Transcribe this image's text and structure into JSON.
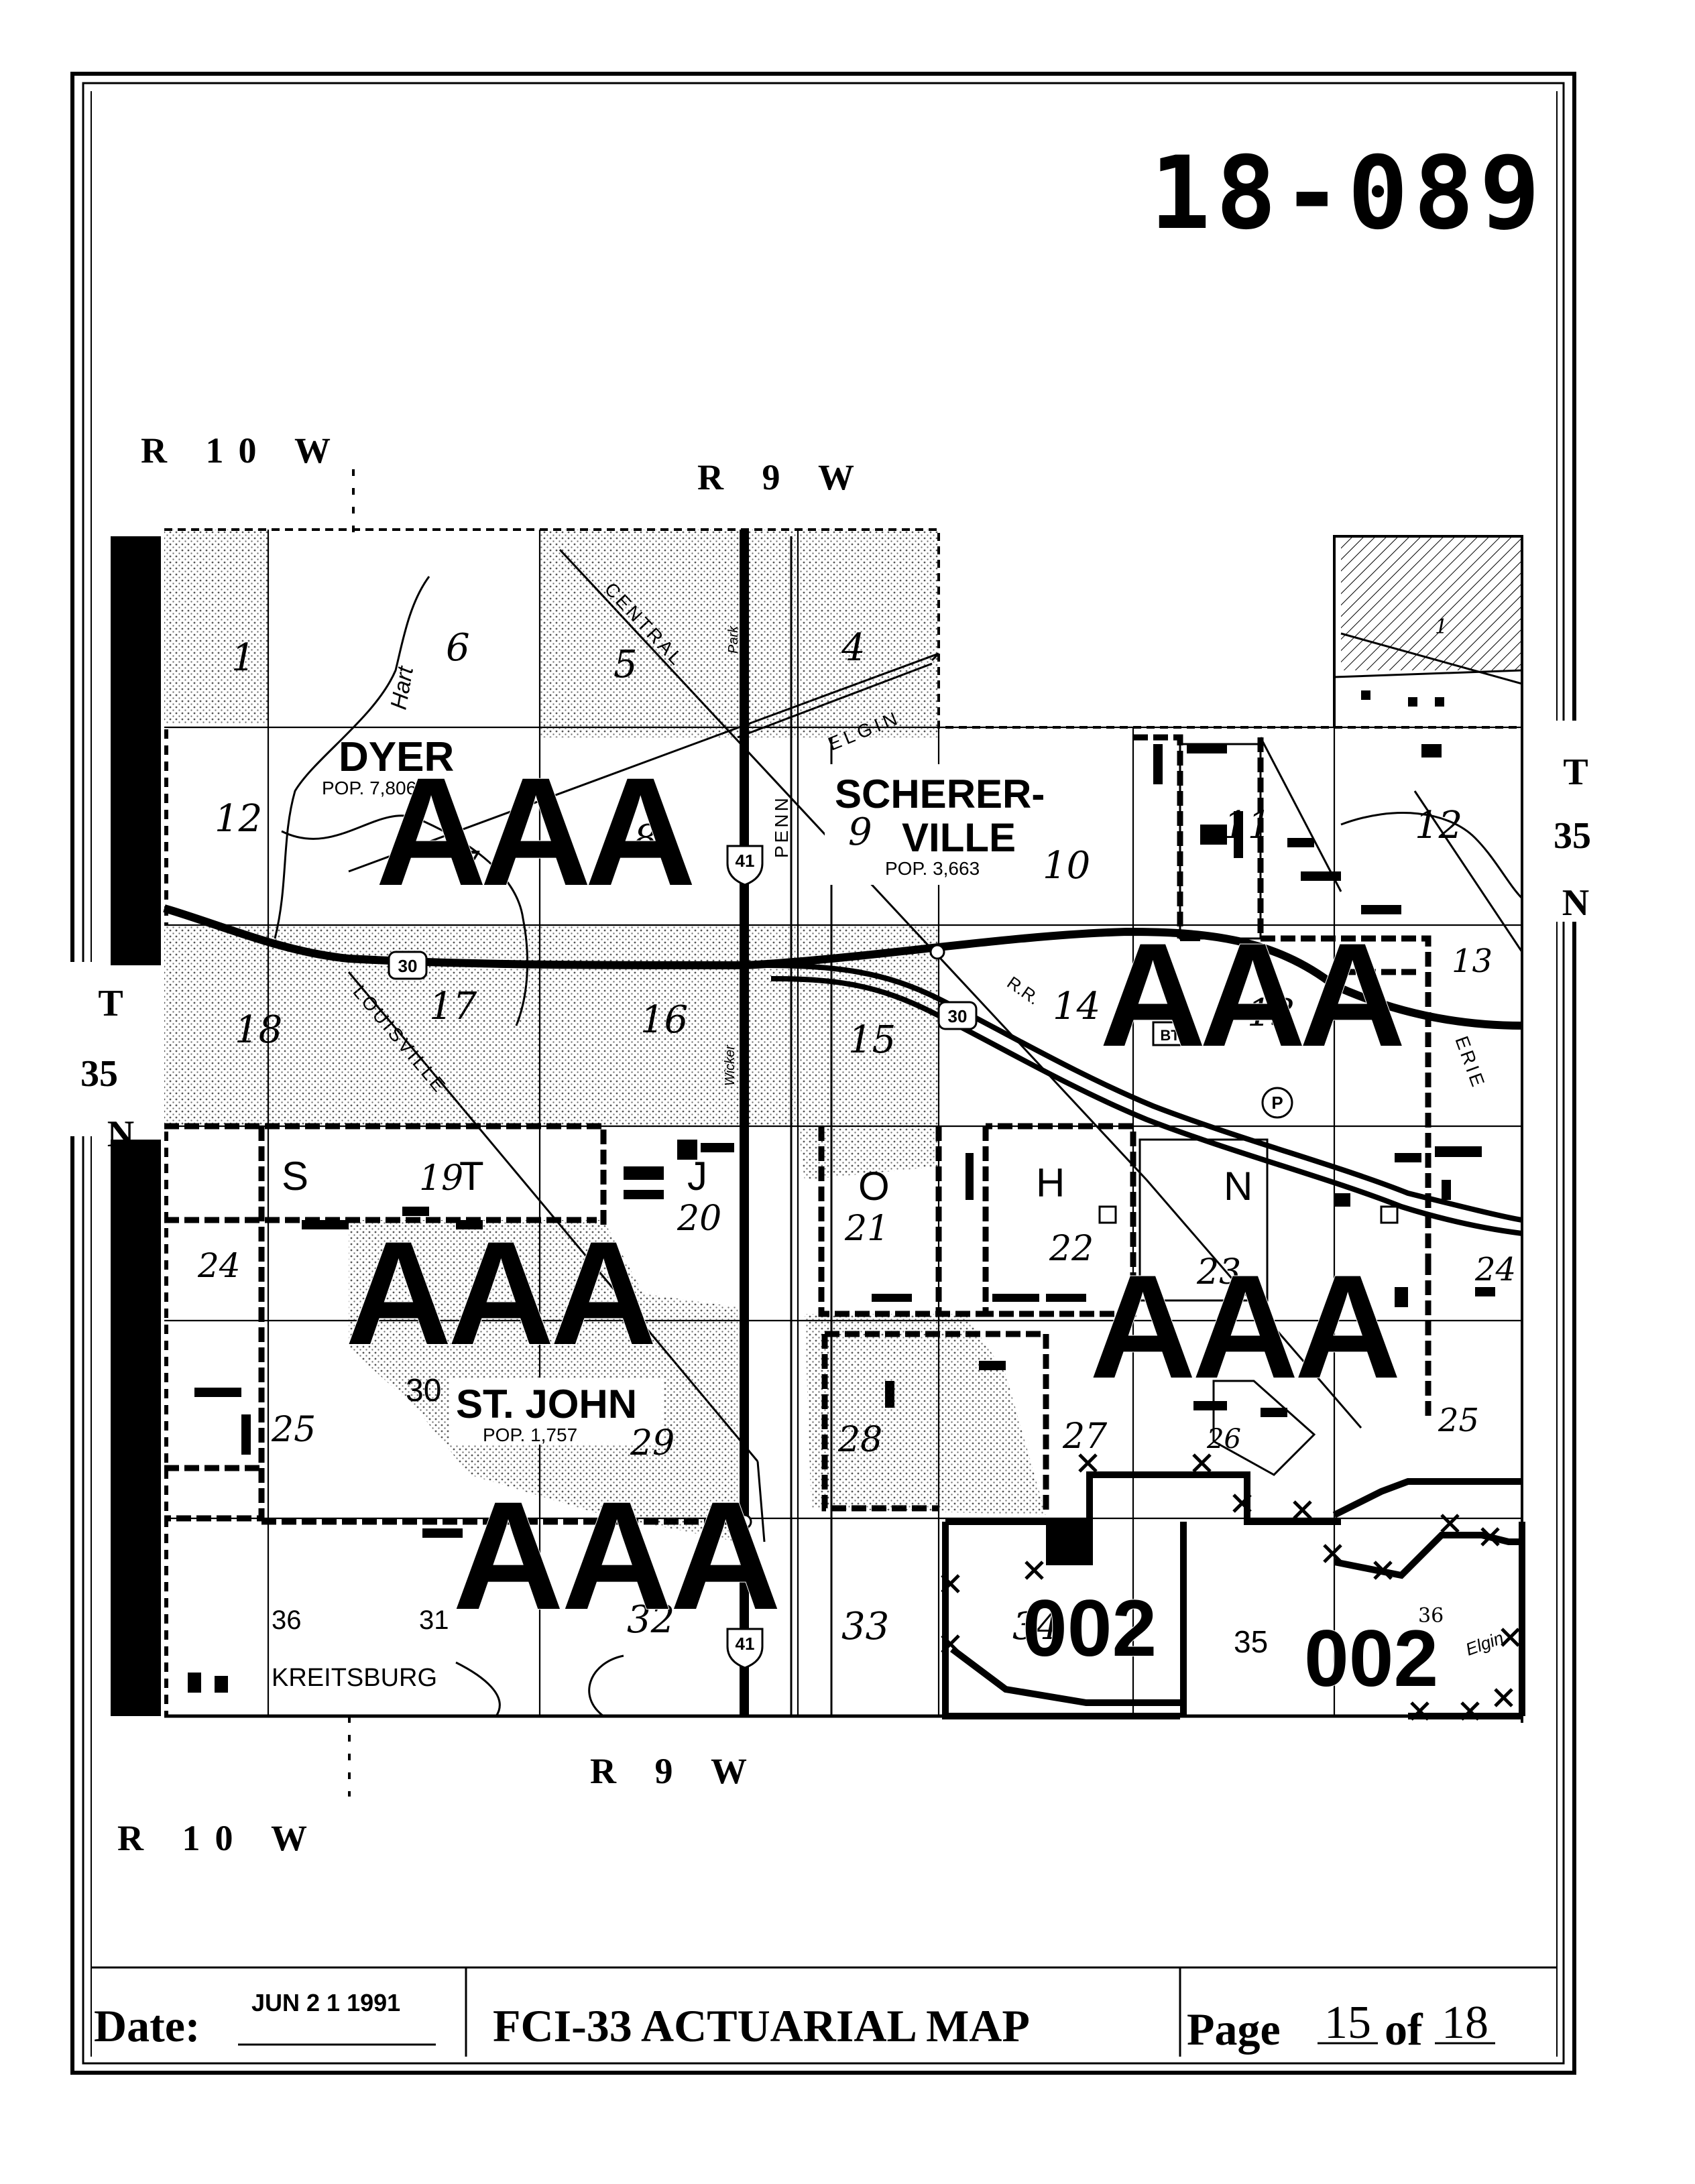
{
  "map_id": "18-089",
  "range_labels": {
    "top_left": "R 10 W",
    "top_center": "R 9 W",
    "bottom_center": "R 9 W",
    "bottom_left": "R 10 W"
  },
  "township_labels": {
    "left": [
      "T",
      "35",
      "N"
    ],
    "right": [
      "T",
      "35",
      "N"
    ]
  },
  "towns": [
    {
      "name": "DYER",
      "pop": "POP. 7,806"
    },
    {
      "name": "SCHERER-",
      "name2": "VILLE",
      "pop": "POP. 3,663"
    },
    {
      "name": "ST. JOHN",
      "pop": "POP. 1,757"
    },
    {
      "name": "KREITSBURG"
    }
  ],
  "roads": [
    "CENTRAL",
    "ELGIN",
    "LOUISVILLE",
    "PENN",
    "Park",
    "Hart",
    "Wicker",
    "ERIE",
    "R.R.",
    "Elgin"
  ],
  "route_shields": [
    "30",
    "30",
    "41",
    "41"
  ],
  "zone_codes": [
    "AAA",
    "AAA",
    "AAA",
    "AAA",
    "AAA",
    "002",
    "002"
  ],
  "letters": [
    "S",
    "T",
    "J",
    "O",
    "H",
    "N"
  ],
  "section_numbers": [
    "1",
    "6",
    "5",
    "4",
    "1",
    "12",
    "7",
    "8",
    "9",
    "10",
    "11",
    "12",
    "13",
    "18",
    "17",
    "16",
    "15",
    "14",
    "13",
    "24",
    "19",
    "20",
    "21",
    "22",
    "23",
    "24",
    "25",
    "30",
    "29",
    "28",
    "27",
    "26",
    "25",
    "36",
    "31",
    "32",
    "33",
    "34",
    "35",
    "36"
  ],
  "legend_symbols": [
    "BT",
    "P"
  ],
  "footer": {
    "date_label": "Date:",
    "date_value": "JUN 2 1 1991",
    "title": "FCI-33 ACTUARIAL MAP",
    "page_label": "Page",
    "page_num": "15",
    "of_label": "of",
    "page_total": "18"
  }
}
